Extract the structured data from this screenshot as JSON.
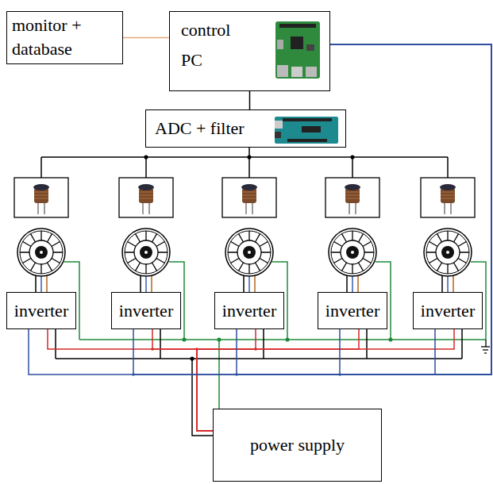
{
  "diagram": {
    "nodes": [
      {
        "text": [
          "monitor + database"
        ]
      },
      {
        "text": [
          "control PC"
        ]
      },
      {
        "text": [
          "ADC + filter"
        ]
      },
      {
        "text": [
          "inverter"
        ]
      },
      {
        "text": [
          "inverter"
        ]
      },
      {
        "text": [
          "inverter"
        ]
      },
      {
        "text": [
          "inverter"
        ]
      },
      {
        "text": [
          "inverter"
        ]
      },
      {
        "text": [
          "power supply"
        ]
      }
    ],
    "edges": [
      {
        "from": 0,
        "to": 1,
        "arrow": "none"
      },
      {
        "from": 1,
        "to": 2,
        "arrow": "none"
      },
      {
        "from": 8,
        "to": 3,
        "arrow": "none"
      },
      {
        "from": 8,
        "to": 4,
        "arrow": "none"
      },
      {
        "from": 8,
        "to": 5,
        "arrow": "none"
      },
      {
        "from": 8,
        "to": 6,
        "arrow": "none"
      },
      {
        "from": 8,
        "to": 7,
        "arrow": "none"
      },
      {
        "from": 1,
        "to": 3,
        "arrow": "none"
      },
      {
        "from": 1,
        "to": 4,
        "arrow": "none"
      },
      {
        "from": 1,
        "to": 5,
        "arrow": "none"
      },
      {
        "from": 1,
        "to": 6,
        "arrow": "none"
      },
      {
        "from": 1,
        "to": 7,
        "arrow": "none"
      }
    ]
  }
}
